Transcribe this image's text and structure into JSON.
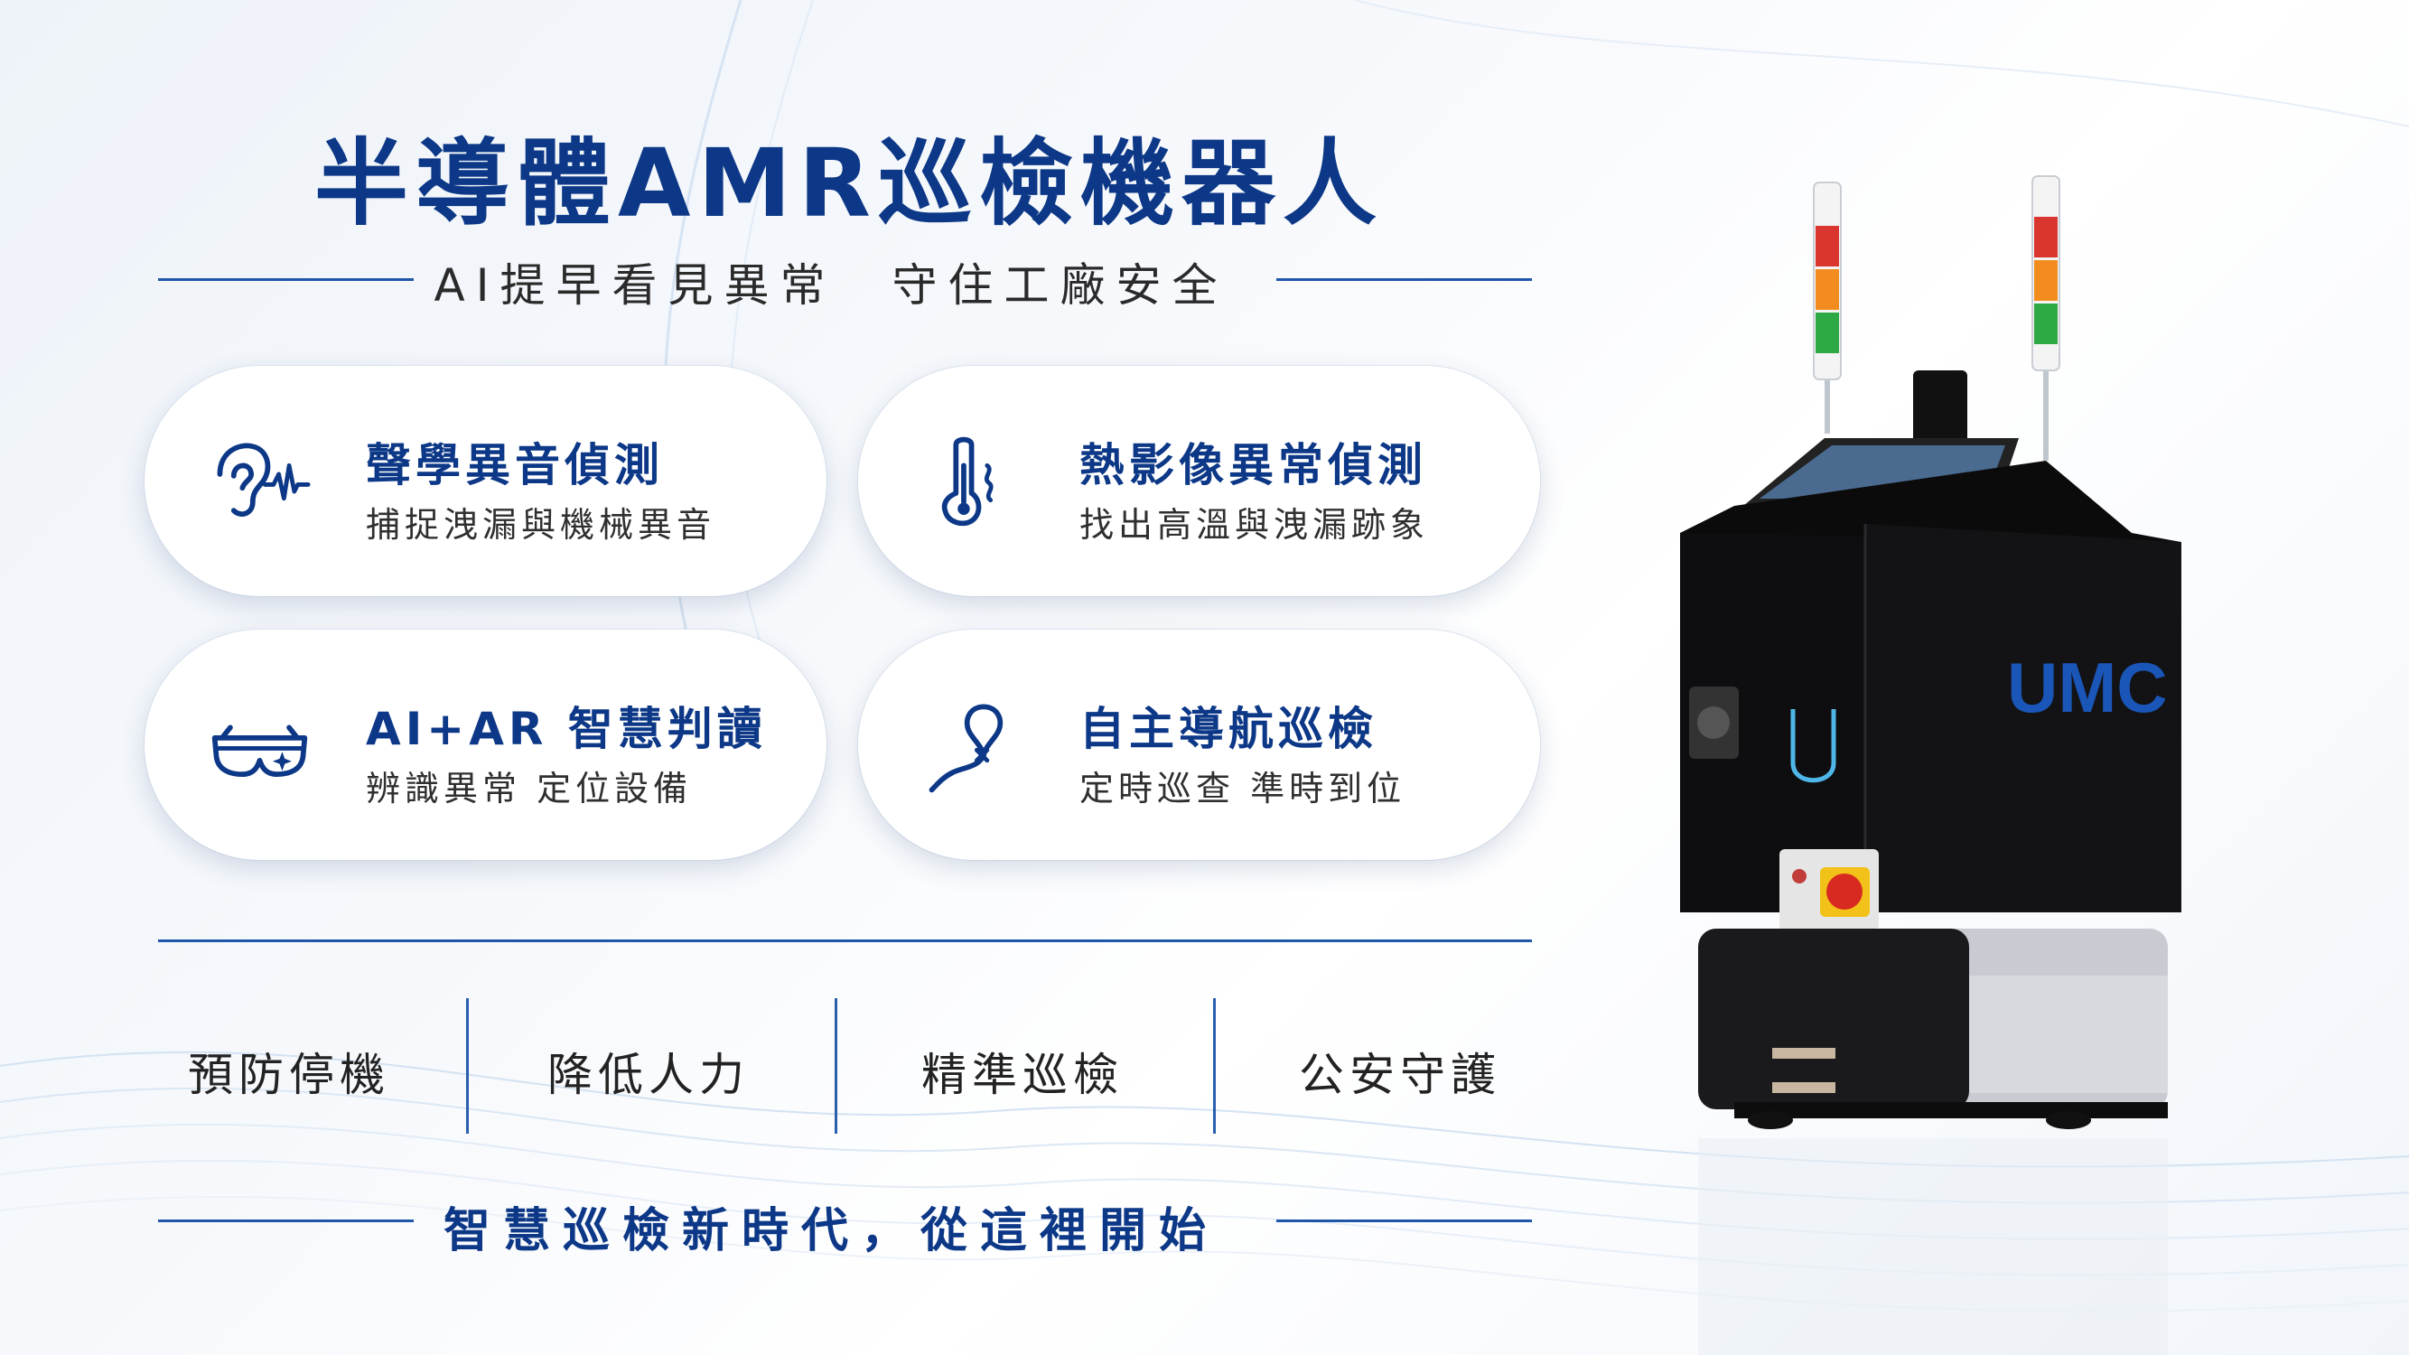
{
  "header": {
    "title": "半導體AMR巡檢機器人",
    "subtitle": "AI提早看見異常　守住工廠安全"
  },
  "features": [
    {
      "icon": "ear-soundwave-icon",
      "title": "聲學異音偵測",
      "desc": "捕捉洩漏與機械異音"
    },
    {
      "icon": "thermometer-icon",
      "title": "熱影像異常偵測",
      "desc": "找出高溫與洩漏跡象"
    },
    {
      "icon": "ar-glasses-icon",
      "title": "AI+AR 智慧判讀",
      "desc": "辨識異常 定位設備"
    },
    {
      "icon": "navigation-path-icon",
      "title": "自主導航巡檢",
      "desc": "定時巡查 準時到位"
    }
  ],
  "benefits": [
    "預防停機",
    "降低人力",
    "精準巡檢",
    "公安守護"
  ],
  "footer": {
    "tagline": "智慧巡檢新時代，從這裡開始"
  },
  "robot": {
    "brand": "UMC"
  },
  "colors": {
    "primary": "#0c3887",
    "accent": "#1f57a8",
    "robot_logo": "#1a56b8"
  }
}
